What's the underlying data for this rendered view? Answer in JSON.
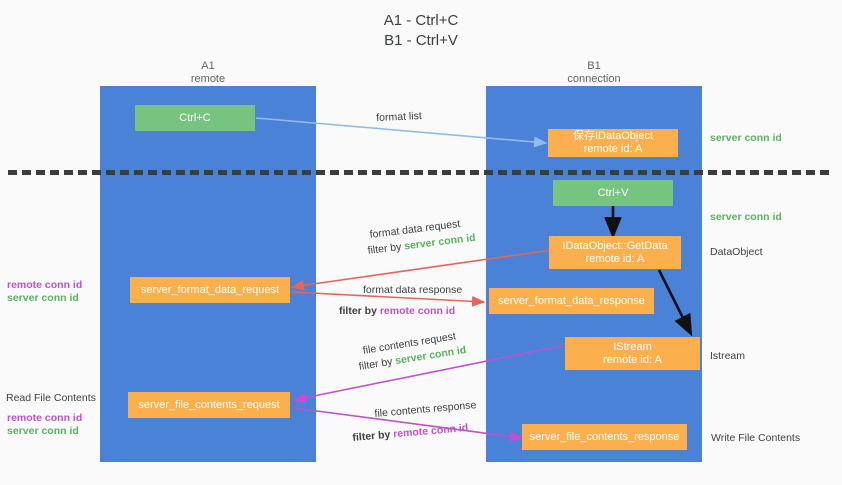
{
  "title": {
    "line1": "A1 - Ctrl+C",
    "line2": "B1 - Ctrl+V"
  },
  "columns": [
    {
      "name": "A1",
      "subtitle": "remote"
    },
    {
      "name": "B1",
      "subtitle": "connection"
    }
  ],
  "boxes": {
    "ctrl_c": "Ctrl+C",
    "ctrl_v": "Ctrl+V",
    "save_idataobject": "保存IDataObject\nremote id: A",
    "idataobject_getdata": "IDataObject::GetData\nremote id: A",
    "istream": "IStream\nremote id: A",
    "server_format_data_request": "server_format_data_request",
    "server_format_data_response": "server_format_data_response",
    "server_file_contents_request": "server_file_contents_request",
    "server_file_contents_response": "server_file_contents_response"
  },
  "arrow_labels": {
    "format_list": "format list",
    "format_data_request": "format data request",
    "format_data_request_filter_prefix": "filter by ",
    "format_data_request_filter_value": "server conn id",
    "format_data_response": "format data response",
    "format_data_response_filter_prefix": "filter by ",
    "format_data_response_filter_value": "remote conn id",
    "file_contents_request": "file contents request",
    "file_contents_request_filter_prefix": "filter by ",
    "file_contents_request_filter_value": "server conn id",
    "file_contents_response": "file contents response",
    "file_contents_response_filter_prefix": "filter by ",
    "file_contents_response_filter_value": "remote conn id"
  },
  "side_labels": {
    "server_conn_id_top": "server conn id",
    "server_conn_id_second": "server conn id",
    "dataobject": "DataObject",
    "istream": "Istream",
    "write_file_contents": "Write File Contents",
    "read_file_contents": "Read File Contents",
    "remote_conn_id_mid": "remote conn id",
    "server_conn_id_mid": "server conn id",
    "remote_conn_id_low": "remote conn id",
    "server_conn_id_low": "server conn id"
  },
  "colors": {
    "lane_blue": "#4a82d8",
    "box_green": "#76c480",
    "box_orange": "#fbb04d",
    "text_green": "#57b45f",
    "text_purple": "#c050d0",
    "arrow_blue": "#8fbdea",
    "arrow_red": "#e8645a",
    "arrow_purple": "#c050d0",
    "arrow_black": "#111111",
    "background": "#fafafa"
  }
}
